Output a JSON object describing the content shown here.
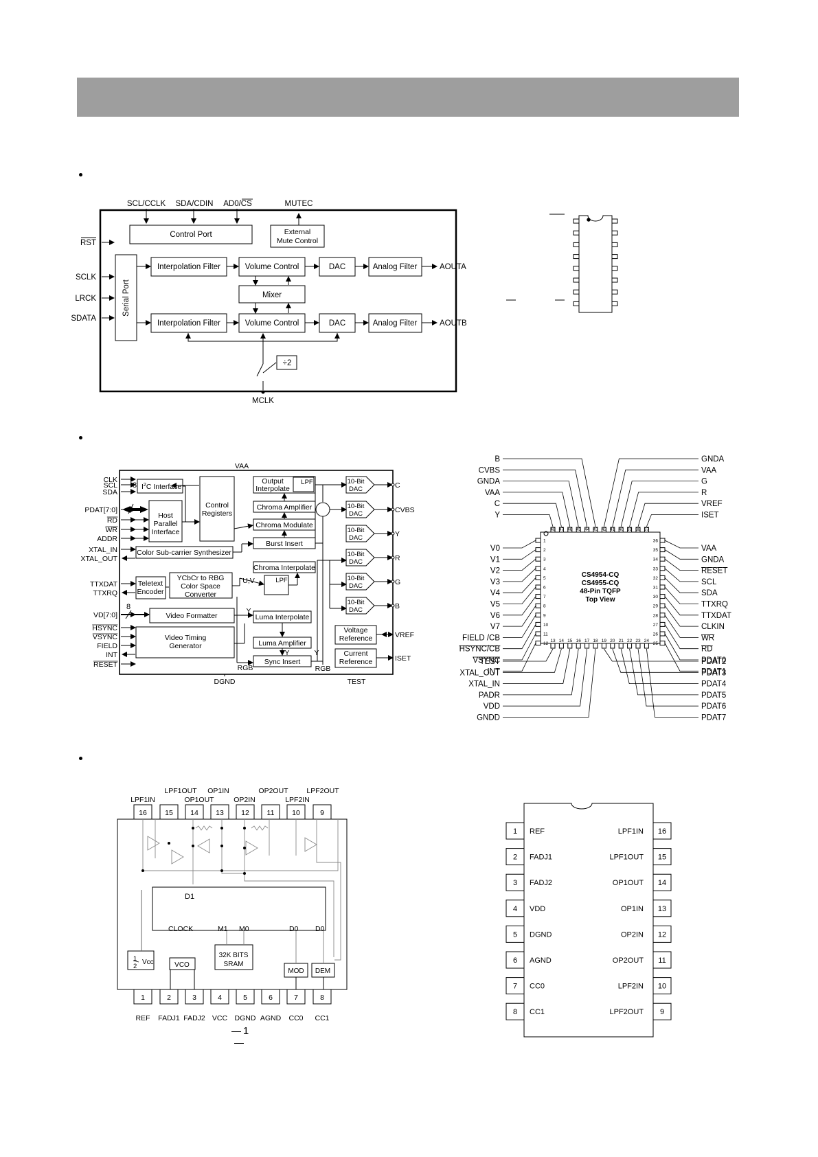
{
  "page": {
    "number": "1"
  },
  "dac_block": {
    "top_pins": [
      "SCL/CCLK",
      "SDA/CDIN",
      "AD0/CS",
      "MUTEC"
    ],
    "left_pins": [
      "RST",
      "SCLK",
      "LRCK",
      "SDATA"
    ],
    "blocks": {
      "control_port": "Control Port",
      "external_mute_1": "External",
      "external_mute_2": "Mute Control",
      "serial_port": "Serial Port",
      "interp_a": "Interpolation Filter",
      "interp_b": "Interpolation Filter",
      "volume_a": "Volume Control",
      "volume_b": "Volume Control",
      "mixer": "Mixer",
      "dac_a": "DAC",
      "dac_b": "DAC",
      "analog_a": "Analog Filter",
      "analog_b": "Analog Filter",
      "div2": "÷2"
    },
    "right_pins": [
      "AOUTA",
      "AOUTB"
    ],
    "bottom_pin": "MCLK"
  },
  "encoder_block": {
    "left_pins": [
      "CLK",
      "SCL",
      "SDA",
      "PDAT[7:0]",
      "RD",
      "WR",
      "ADDR",
      "XTAL_IN",
      "XTAL_OUT",
      "TTXDAT",
      "TTXRQ",
      "VD[7:0]",
      "HSYNC",
      "VSYNC",
      "FIELD",
      "INT",
      "RESET"
    ],
    "top_label": "VAA",
    "bus_width_1": "8",
    "bus_width_2": "8",
    "blocks": {
      "i2c_prefix": "I",
      "i2c_sup": "2",
      "i2c_suffix": "C Interface",
      "host_1": "Host",
      "host_2": "Parallel",
      "host_3": "Interface",
      "control_1": "Control",
      "control_2": "Registers",
      "output_1": "Output",
      "output_2": "Interpolate",
      "lpf_top": "LPF",
      "chroma_amp": "Chroma Amplifier",
      "chroma_mod": "Chroma Modulate",
      "burst": "Burst Insert",
      "color_sub": "Color Sub-carrier Synthesizer",
      "chroma_interp": "Chroma Interpolate",
      "teletext_1": "Teletext",
      "teletext_2": "Encoder",
      "ycbcr_1": "YCbCr to RBG",
      "ycbcr_2": "Color Space",
      "ycbcr_3": "Converter",
      "uv": "U,V",
      "lpf_mid": "LPF",
      "video_fmt": "Video Formatter",
      "y_1": "Y",
      "luma_interp": "Luma Interpolate",
      "vtg_1": "Video Timing",
      "vtg_2": "Generator",
      "luma_amp": "Luma Amplifier",
      "y_2": "Y",
      "y_3": "Y",
      "sync": "Sync Insert",
      "rgb_1": "RGB",
      "rgb_2": "RGB",
      "dac_1": "10-Bit",
      "dac_2": "DAC",
      "vref_1": "Voltage",
      "vref_2": "Reference",
      "cref_1": "Current",
      "cref_2": "Reference"
    },
    "dac_outputs": [
      "C",
      "CVBS",
      "Y",
      "R",
      "G",
      "B"
    ],
    "ref_pins": [
      "VREF",
      "ISET"
    ],
    "bottom_pins": [
      "DGND",
      "TEST"
    ]
  },
  "tqfp": {
    "chip_lines": [
      "CS4954-CQ",
      "CS4955-CQ",
      "48-Pin TQFP",
      "Top View"
    ],
    "top_left_labels": [
      "B",
      "CVBS",
      "GNDA",
      "VAA",
      "C",
      "Y"
    ],
    "top_right_labels": [
      "GNDA",
      "VAA",
      "G",
      "R",
      "VREF",
      "ISET"
    ],
    "left_labels": [
      "V0",
      "V1",
      "V2",
      "V3",
      "V4",
      "V5",
      "V6",
      "V7",
      "FIELD /CB",
      "HSYNC/CB",
      "VSYNC",
      "INT"
    ],
    "right_labels": [
      "VAA",
      "GNDA",
      "RESET",
      "SCL",
      "SDA",
      "TTXRQ",
      "TTXDAT",
      "CLKIN",
      "WR",
      "RD",
      "PDAT0",
      "PDAT1"
    ],
    "bottom_left_labels": [
      "TEST",
      "XTAL_OUT",
      "XTAL_IN",
      "PADR",
      "VDD",
      "GNDD"
    ],
    "bottom_right_labels": [
      "PDAT2",
      "PDAT3",
      "PDAT4",
      "PDAT5",
      "PDAT6",
      "PDAT7"
    ],
    "top_numbers": [
      "48",
      "47",
      "46",
      "45",
      "44",
      "43",
      "42",
      "41",
      "40",
      "39",
      "38",
      "37"
    ],
    "left_numbers": [
      "1",
      "2",
      "3",
      "4",
      "5",
      "6",
      "7",
      "8",
      "9",
      "10",
      "11",
      "12"
    ],
    "right_numbers": [
      "36",
      "35",
      "34",
      "33",
      "32",
      "31",
      "30",
      "29",
      "28",
      "27",
      "26",
      "25"
    ],
    "bottom_numbers": [
      "13",
      "14",
      "15",
      "16",
      "17",
      "18",
      "19",
      "20",
      "21",
      "22",
      "23",
      "24"
    ]
  },
  "modem_block": {
    "top_labels_upper": [
      "LPF1OUT",
      "OP1IN",
      "OP2OUT",
      "LPF2OUT"
    ],
    "top_labels_lower": [
      "LPF1IN",
      "OP1OUT",
      "OP2IN",
      "LPF2IN"
    ],
    "top_numbers": [
      "16",
      "15",
      "14",
      "13",
      "12",
      "11",
      "10",
      "9"
    ],
    "bottom_numbers": [
      "1",
      "2",
      "3",
      "4",
      "5",
      "6",
      "7",
      "8"
    ],
    "bottom_labels": [
      "REF",
      "FADJ1",
      "FADJ2",
      "VCC",
      "DGND",
      "AGND",
      "CC0",
      "CC1"
    ],
    "blocks": {
      "d1": "D1",
      "clock": "CLOCK",
      "m1": "M1",
      "m0": "M0",
      "d0a": "D0",
      "d0b": "D0",
      "vcc_half_n": "1",
      "vcc_half_d": "2",
      "vcc": "Vcc",
      "vco": "VCO",
      "sram_1": "32K BITS",
      "sram_2": "SRAM",
      "mod": "MOD",
      "dem": "DEM"
    }
  },
  "dip16": {
    "left_pins": [
      {
        "num": "1",
        "name": "REF"
      },
      {
        "num": "2",
        "name": "FADJ1"
      },
      {
        "num": "3",
        "name": "FADJ2"
      },
      {
        "num": "4",
        "name": "VDD"
      },
      {
        "num": "5",
        "name": "DGND"
      },
      {
        "num": "6",
        "name": "AGND"
      },
      {
        "num": "7",
        "name": "CC0"
      },
      {
        "num": "8",
        "name": "CC1"
      }
    ],
    "right_pins": [
      {
        "num": "16",
        "name": "LPF1IN"
      },
      {
        "num": "15",
        "name": "LPF1OUT"
      },
      {
        "num": "14",
        "name": "OP1OUT"
      },
      {
        "num": "13",
        "name": "OP1IN"
      },
      {
        "num": "12",
        "name": "OP2IN"
      },
      {
        "num": "11",
        "name": "OP2OUT"
      },
      {
        "num": "10",
        "name": "LPF2IN"
      },
      {
        "num": "9",
        "name": "LPF2OUT"
      }
    ]
  }
}
